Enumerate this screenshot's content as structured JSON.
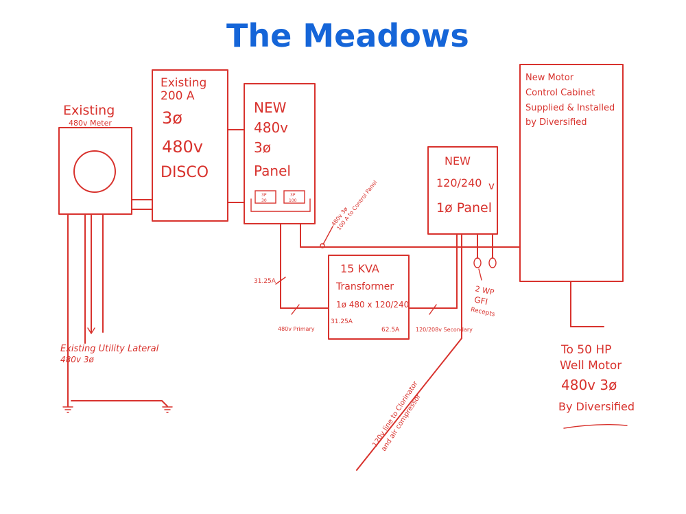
{
  "title": "The Meadows",
  "meter": {
    "label1": "Existing",
    "label2": "480v Meter"
  },
  "disco": {
    "line1": "Existing",
    "line2": "200 A",
    "line3": "3ø",
    "line4": "480v",
    "line5": "DISCO"
  },
  "panel480": {
    "line1": "NEW",
    "line2": "480v",
    "line3": "3ø",
    "line4": "Panel",
    "breaker1_line1": "3P",
    "breaker1_line2": "30",
    "breaker2_line1": "3P",
    "breaker2_line2": "100"
  },
  "panel120": {
    "line1": "NEW",
    "line2": "120/240",
    "line3": "v",
    "line4": "1ø Panel"
  },
  "mcc": {
    "line1": "New Motor",
    "line2": "Control Cabinet",
    "line3": "Supplied & Installed",
    "line4": "by Diversified"
  },
  "transformer": {
    "line1": "15 KVA",
    "line2": "Transformer",
    "line3": "1ø 480 x 120/240",
    "primary_amps": "31.25A",
    "secondary_amps": "62.5A"
  },
  "annotations": {
    "control_panel_feed_1": "480v 3ø",
    "control_panel_feed_2": "100 A to Control Panel",
    "primary_current": "31.25A",
    "primary_label": "480v Primary",
    "secondary_label": "120/208v Secondary",
    "gfi_line1": "2 WP",
    "gfi_line2": "GFI",
    "gfi_line3": "Recepts",
    "clorinator_line1": "120v line to Clorinator",
    "clorinator_line2": "and air compressor",
    "lateral_line1": "Existing Utility Lateral",
    "lateral_line2": "480v 3ø"
  },
  "well_motor": {
    "line1": "To 50 HP",
    "line2": "Well Motor",
    "line3": "480v 3ø",
    "line4": "By Diversified"
  },
  "colors": {
    "ink": "#d8322d",
    "title": "#1565d8",
    "background": "#ffffff"
  }
}
